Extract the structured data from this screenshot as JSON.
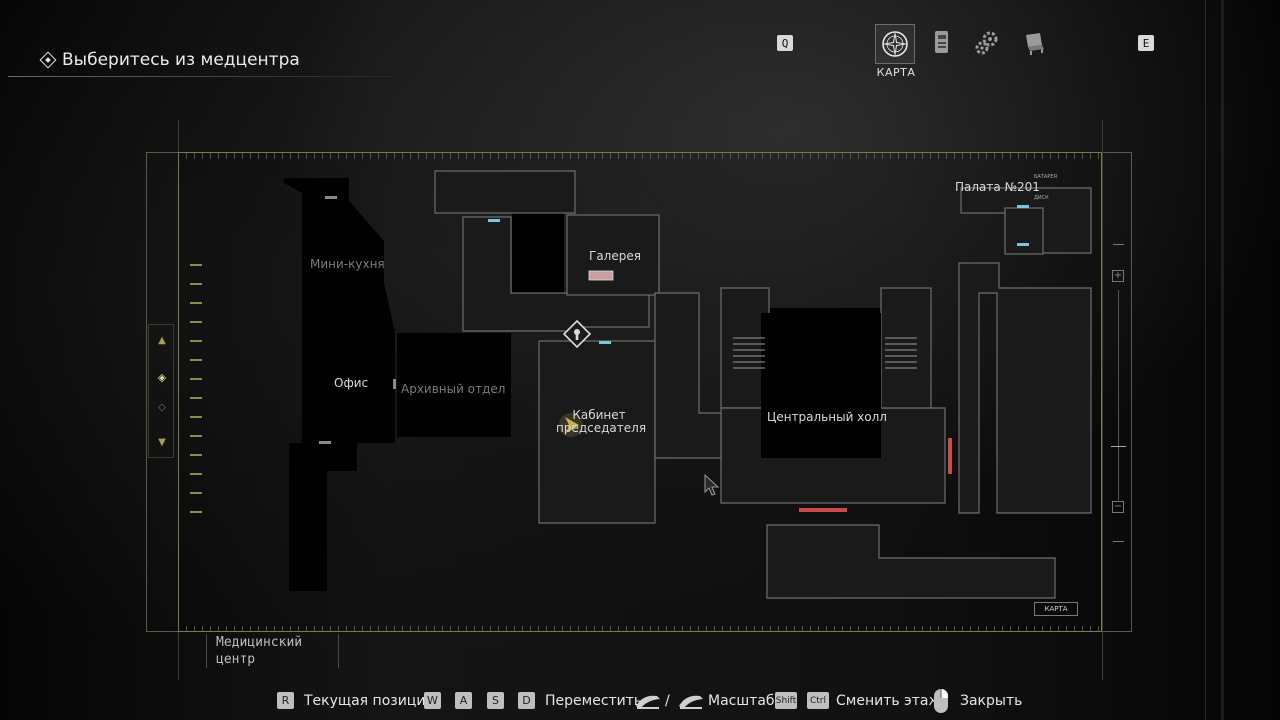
{
  "objective": {
    "text": "Выберитесь из медцентра"
  },
  "top_nav": {
    "prev_key": "Q",
    "next_key": "E",
    "tabs": [
      {
        "name": "map",
        "label": "КАРТА",
        "icon": "compass-rose-icon",
        "active": true
      },
      {
        "name": "files",
        "icon": "files-icon"
      },
      {
        "name": "settings",
        "icon": "gears-icon"
      },
      {
        "name": "inventory",
        "icon": "chair-icon"
      }
    ]
  },
  "map": {
    "area_name": "Медицинский центр",
    "corner_tag": "КАРТА",
    "rooms": [
      {
        "label": "Мини-кухня",
        "dim": true
      },
      {
        "label": "Офис",
        "dim": false
      },
      {
        "label": "Архивный отдел",
        "dim": true
      },
      {
        "label": "Галерея",
        "dim": false
      },
      {
        "label": "Кабинет председателя",
        "dim": false
      },
      {
        "label": "Центральный холл",
        "dim": false
      },
      {
        "label": "Палата №201",
        "dim": false
      }
    ],
    "legend_small": [
      "БАТАРЕЯ",
      "ДИСК"
    ]
  },
  "controls": [
    {
      "keys": [
        "R"
      ],
      "label": "Текущая позиция"
    },
    {
      "keys": [
        "W",
        "A",
        "S",
        "D"
      ],
      "label": "Переместить"
    },
    {
      "keys": [
        "mouse-wheel-up-icon",
        "mouse-wheel-down-icon"
      ],
      "separator": "/",
      "label": "Масштаб"
    },
    {
      "keys": [
        "Shift",
        "Ctrl"
      ],
      "label": "Сменить этаж"
    },
    {
      "keys": [
        "mouse-right-icon"
      ],
      "label": "Закрыть"
    }
  ],
  "colors": {
    "frame": "#7b7955",
    "accent": "#a69f50",
    "marker": "#c8b24a",
    "door": "#78c7de",
    "lock": "#c84a4a"
  }
}
